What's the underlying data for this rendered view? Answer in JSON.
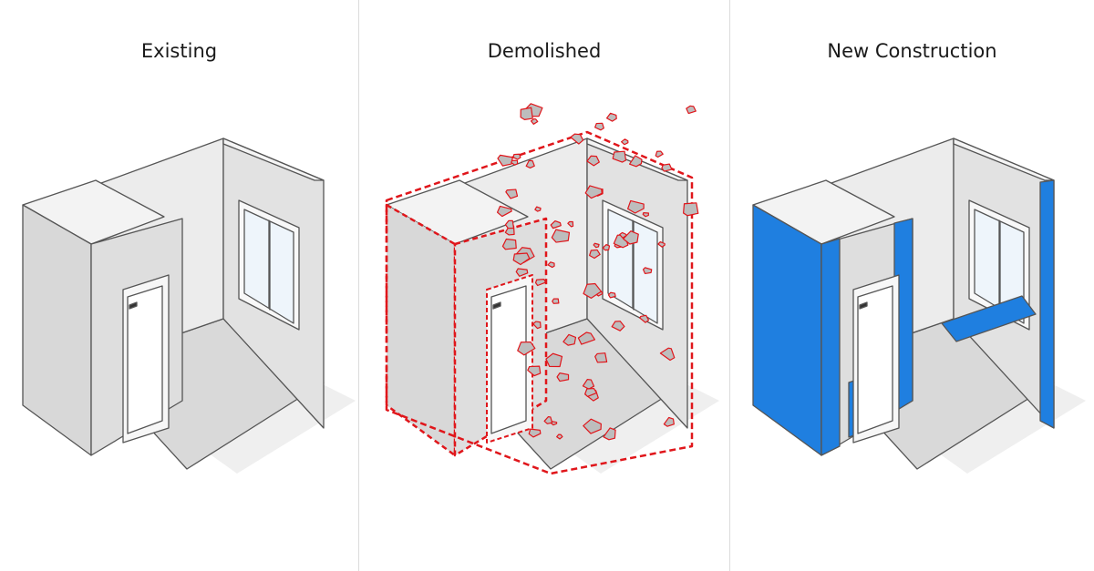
{
  "panels": [
    {
      "title": "Existing",
      "style": "existing"
    },
    {
      "title": "Demolished",
      "style": "demolished"
    },
    {
      "title": "New Construction",
      "style": "new"
    }
  ],
  "colors": {
    "wall": "#e6e6e6",
    "wall_dark": "#cfcfcf",
    "floor": "#d9d9d9",
    "outline": "#555555",
    "demolish": "#e0161b",
    "new": "#1f7fe0"
  }
}
